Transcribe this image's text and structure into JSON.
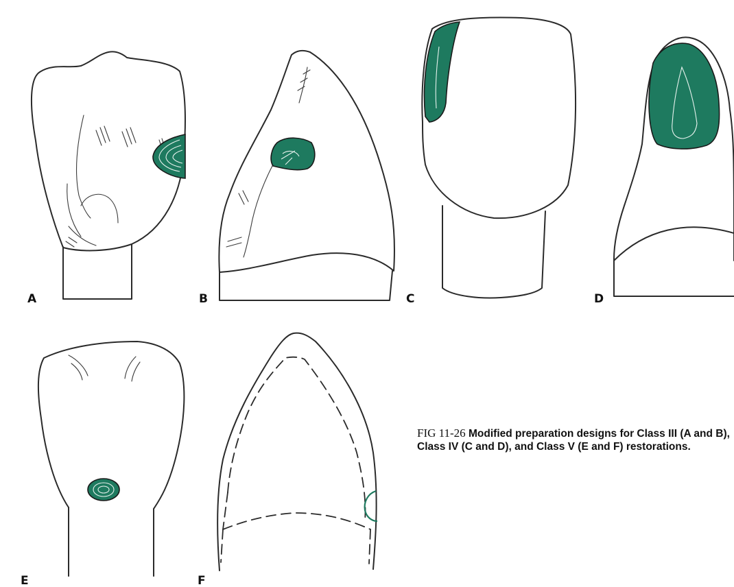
{
  "figure": {
    "fig_number": "FIG 11-26",
    "caption": "Modified preparation designs for Class III (A and B), Class IV (C and D), and Class V (E and F) restorations.",
    "prep_color": "#1e7a5f",
    "panels": [
      {
        "letter": "A"
      },
      {
        "letter": "B"
      },
      {
        "letter": "C"
      },
      {
        "letter": "D"
      },
      {
        "letter": "E"
      },
      {
        "letter": "F"
      }
    ]
  }
}
